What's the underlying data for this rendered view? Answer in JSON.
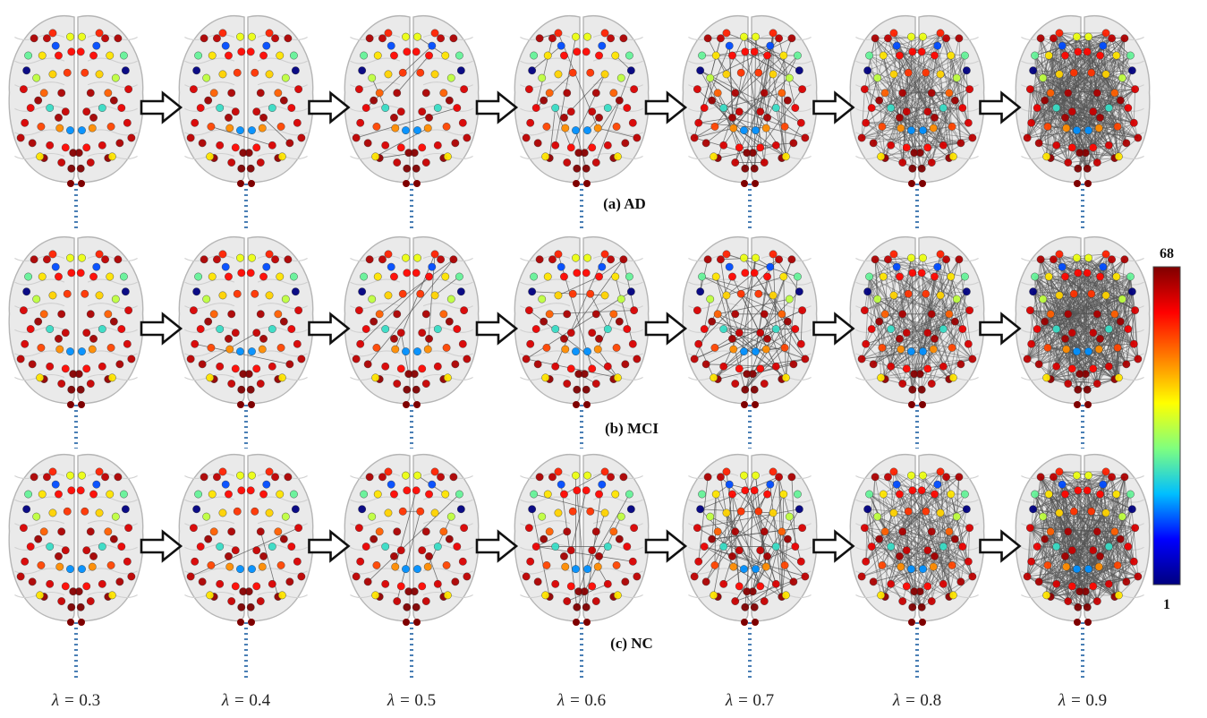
{
  "rows": [
    {
      "label": "(a) AD"
    },
    {
      "label": "(b) MCI"
    },
    {
      "label": "(c) NC"
    }
  ],
  "lambdas": [
    {
      "prefix": "λ = ",
      "value": "0.3",
      "density": 0.0
    },
    {
      "prefix": "λ = ",
      "value": "0.4",
      "density": 0.04
    },
    {
      "prefix": "λ = ",
      "value": "0.5",
      "density": 0.08
    },
    {
      "prefix": "λ = ",
      "value": "0.6",
      "density": 0.14
    },
    {
      "prefix": "λ = ",
      "value": "0.7",
      "density": 0.35
    },
    {
      "prefix": "λ = ",
      "value": "0.8",
      "density": 0.65
    },
    {
      "prefix": "λ = ",
      "value": "0.9",
      "density": 1.0
    }
  ],
  "colorbar": {
    "max_label": "68",
    "min_label": "1",
    "colormap": [
      "#00007f",
      "#0000ff",
      "#00bfff",
      "#7fff7f",
      "#ffff00",
      "#ff7f00",
      "#ff0000",
      "#7f0000"
    ]
  },
  "colors": {
    "edge": "#555555",
    "brain_fill": "#e6e6e6",
    "brain_stroke": "#b5b5b5",
    "dotted_connector": "#4a7fb5",
    "arrow_stroke": "#111111"
  }
}
